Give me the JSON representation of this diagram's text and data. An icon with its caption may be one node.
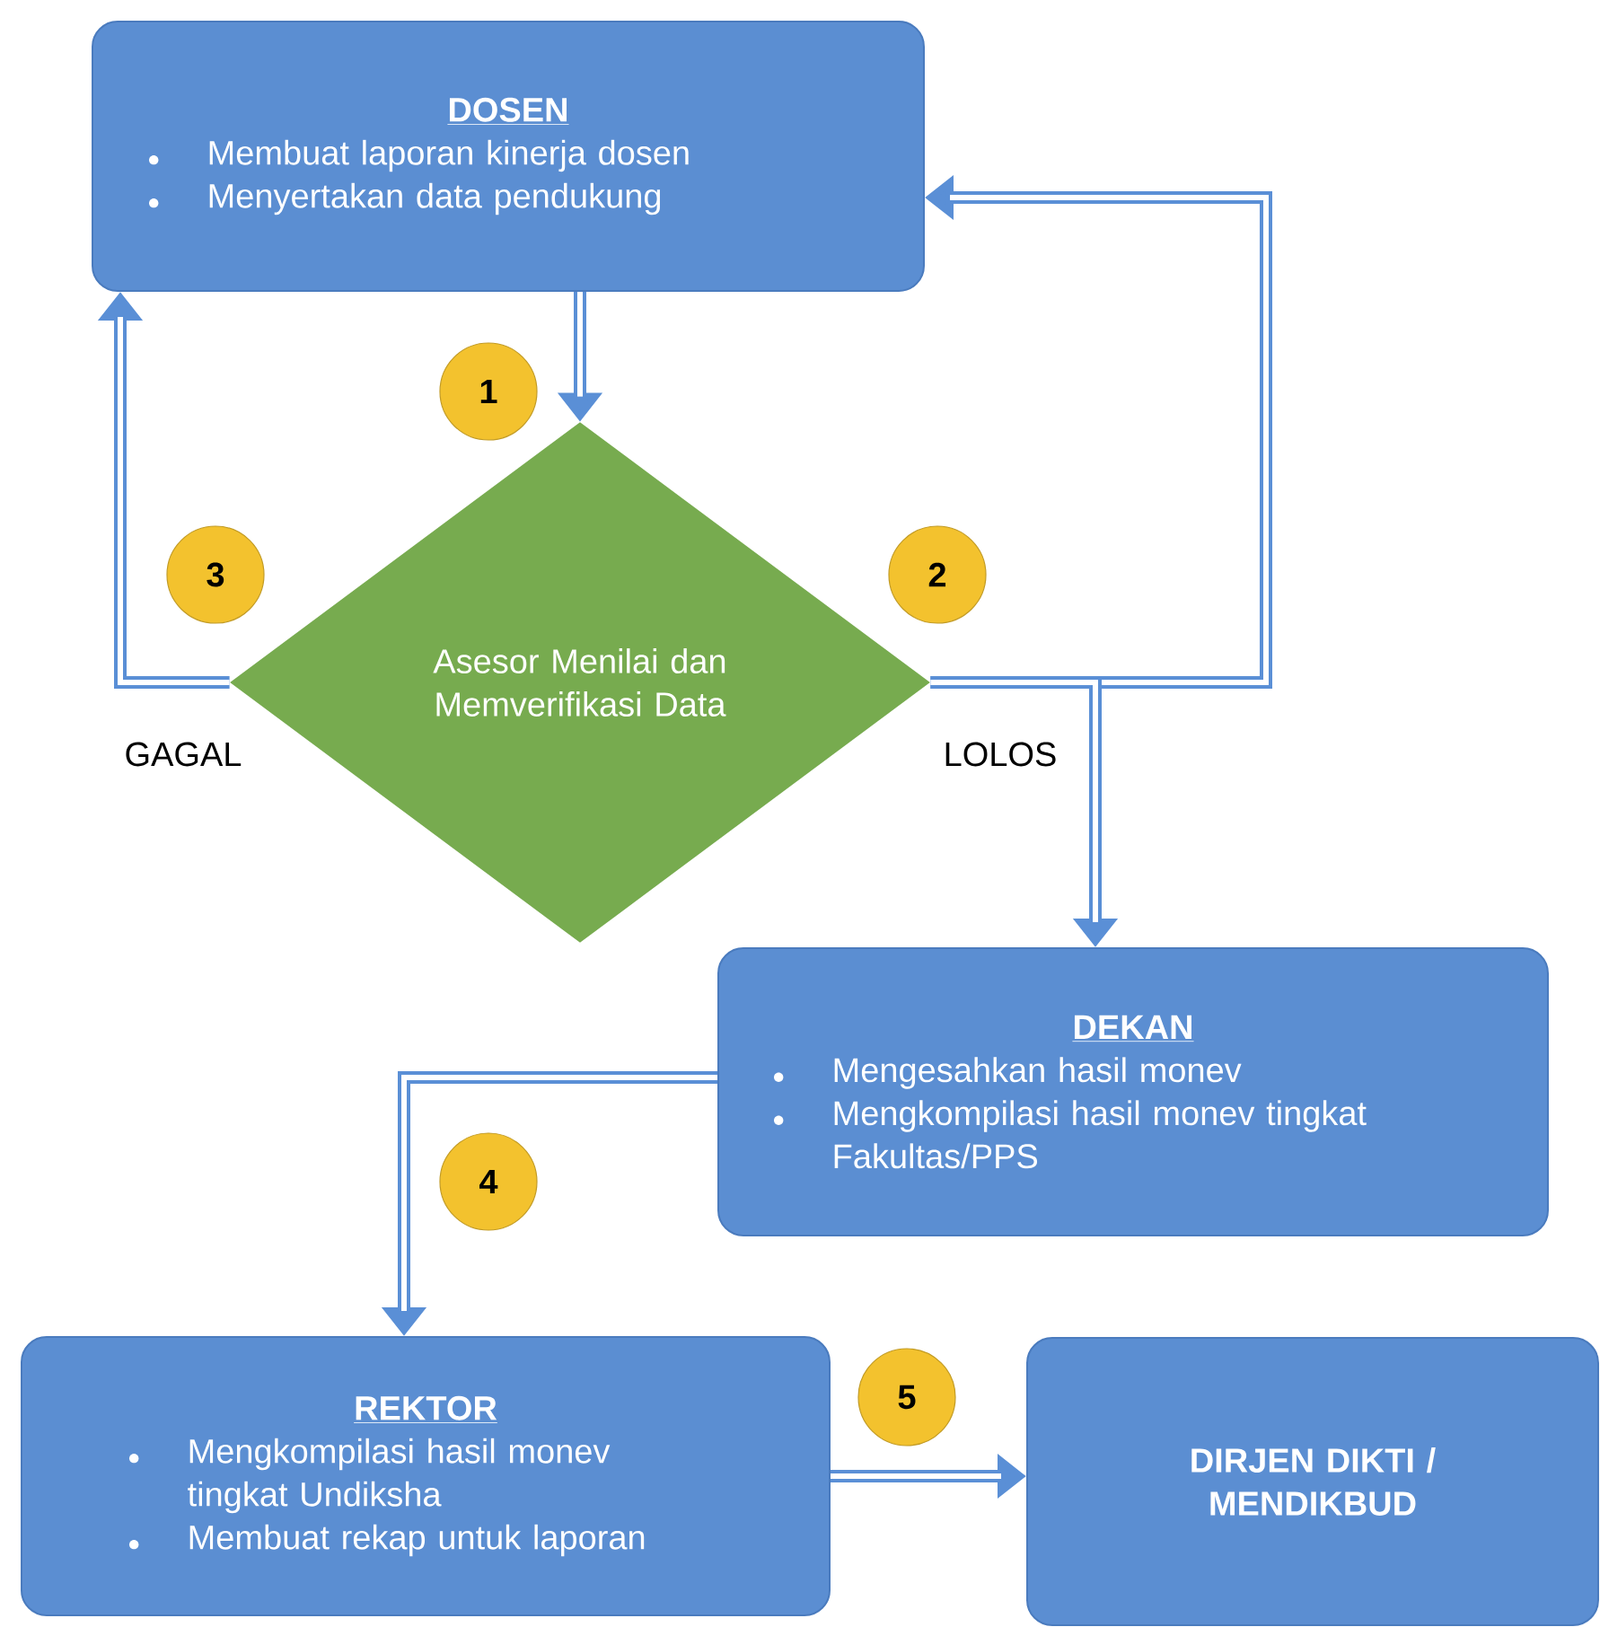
{
  "diagram": {
    "nodes": [
      {
        "text": [
          "DOSEN",
          "Membuat laporan kinerja dosen",
          "Menyertakan data pendukung"
        ]
      },
      {
        "text": [
          "Asesor Menilai dan Memverifikasi Data"
        ]
      },
      {
        "text": [
          "DEKAN",
          "Mengesahkan hasil monev",
          "Mengkompilasi hasil monev tingkat Fakultas/PPS"
        ]
      },
      {
        "text": [
          "REKTOR",
          "Mengkompilasi hasil monev tingkat Undiksha",
          "Membuat rekap untuk laporan"
        ]
      },
      {
        "text": [
          "DIRJEN DIKTI / MENDIKBUD"
        ]
      },
      {
        "text": [
          "1"
        ]
      },
      {
        "text": [
          "3"
        ]
      },
      {
        "text": [
          "2"
        ]
      },
      {
        "text": [
          "4"
        ]
      },
      {
        "text": [
          "5"
        ]
      }
    ],
    "edges": [
      {
        "from": 0,
        "to": 1,
        "arrow": "to"
      },
      {
        "from": 1,
        "to": 0,
        "arrow": "to",
        "label": "GAGAL"
      },
      {
        "from": 1,
        "to": 0,
        "arrow": "to",
        "label": "LOLOS"
      },
      {
        "from": 1,
        "to": 2,
        "arrow": "to"
      },
      {
        "from": 2,
        "to": 3,
        "arrow": "to"
      },
      {
        "from": 3,
        "to": 4,
        "arrow": "to"
      }
    ]
  }
}
